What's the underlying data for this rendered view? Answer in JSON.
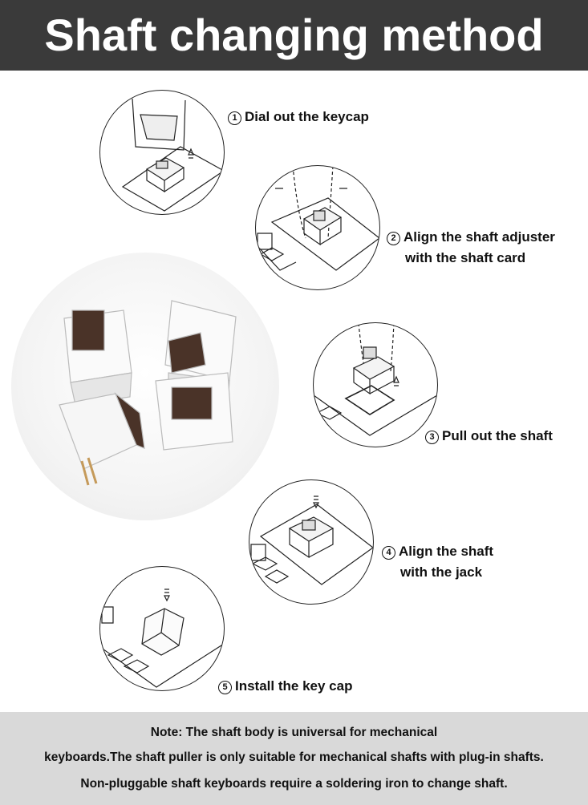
{
  "title": "Shaft changing method",
  "steps": [
    {
      "num": "1",
      "lines": [
        "Dial out the keycap"
      ]
    },
    {
      "num": "2",
      "lines": [
        "Align the shaft adjuster",
        "with the shaft card"
      ]
    },
    {
      "num": "3",
      "lines": [
        "Pull out the shaft"
      ]
    },
    {
      "num": "4",
      "lines": [
        "Align the shaft",
        "with  the jack"
      ]
    },
    {
      "num": "5",
      "lines": [
        "Install the key cap"
      ]
    }
  ],
  "note": {
    "line1": "Note: The shaft body is universal for mechanical",
    "line2": "keyboards.The shaft puller is only suitable for mechanical shafts with plug-in shafts.",
    "line3": "Non-pluggable shaft keyboards require a soldering iron to change shaft."
  },
  "colors": {
    "header_bg": "#3a3a3a",
    "footer_bg": "#d9d9d9",
    "switch_stem": "#4a3328"
  }
}
